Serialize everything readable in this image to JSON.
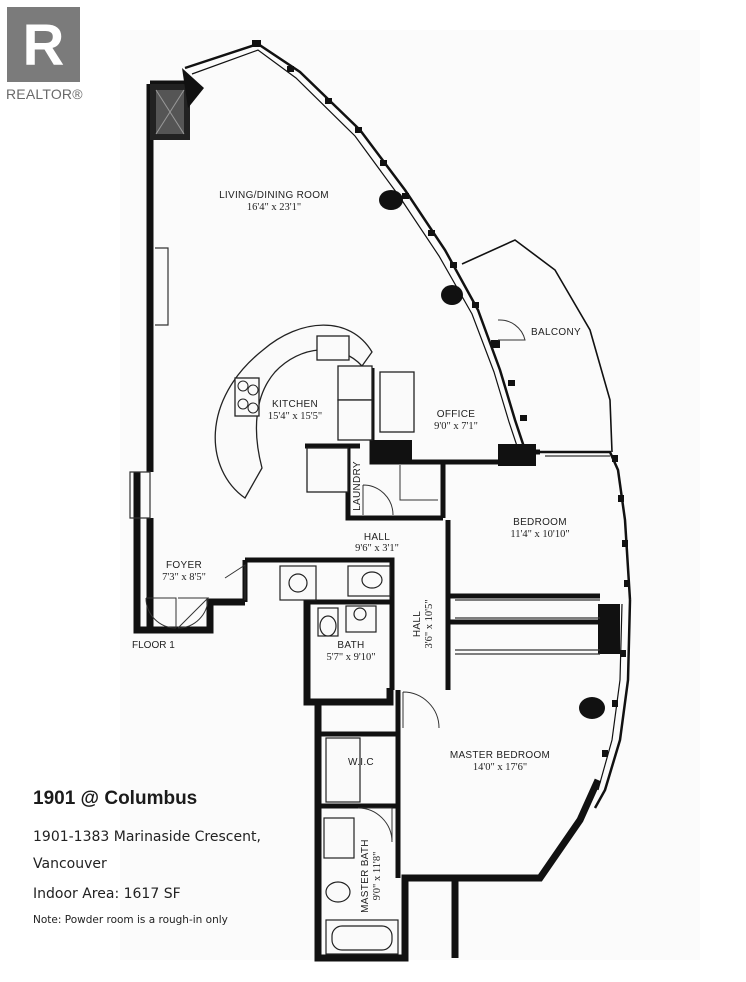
{
  "logo": {
    "mark": "R",
    "wordmark": "REALTOR®"
  },
  "floor_label": "FLOOR 1",
  "rooms": {
    "living": {
      "name": "LIVING/DINING ROOM",
      "dims": "16'4\" x 23'1\""
    },
    "kitchen": {
      "name": "KITCHEN",
      "dims": "15'4\" x 15'5\""
    },
    "office": {
      "name": "OFFICE",
      "dims": "9'0\" x 7'1\""
    },
    "balcony": {
      "name": "BALCONY"
    },
    "laundry": {
      "name": "LAUNDRY"
    },
    "hall": {
      "name": "HALL",
      "dims": "9'6\" x 3'1\""
    },
    "foyer": {
      "name": "FOYER",
      "dims": "7'3\" x 8'5\""
    },
    "bedroom": {
      "name": "BEDROOM",
      "dims": "11'4\" x 10'10\""
    },
    "hall2": {
      "name": "HALL",
      "dims": "3'6\" x 10'5\""
    },
    "bath": {
      "name": "BATH",
      "dims": "5'7\" x 9'10\""
    },
    "master_bedroom": {
      "name": "MASTER BEDROOM",
      "dims": "14'0\" x 17'6\""
    },
    "wic": {
      "name": "W.I.C"
    },
    "master_bath": {
      "name": "MASTER BATH",
      "dims": "9'0\" x 11'8\""
    }
  },
  "listing": {
    "title": "1901 @ Columbus",
    "address_line1": "1901-1383 Marinaside Crescent,",
    "address_line2": "Vancouver",
    "indoor_area": "Indoor Area: 1617 SF",
    "note": "Note: Powder room is a rough-in only"
  }
}
